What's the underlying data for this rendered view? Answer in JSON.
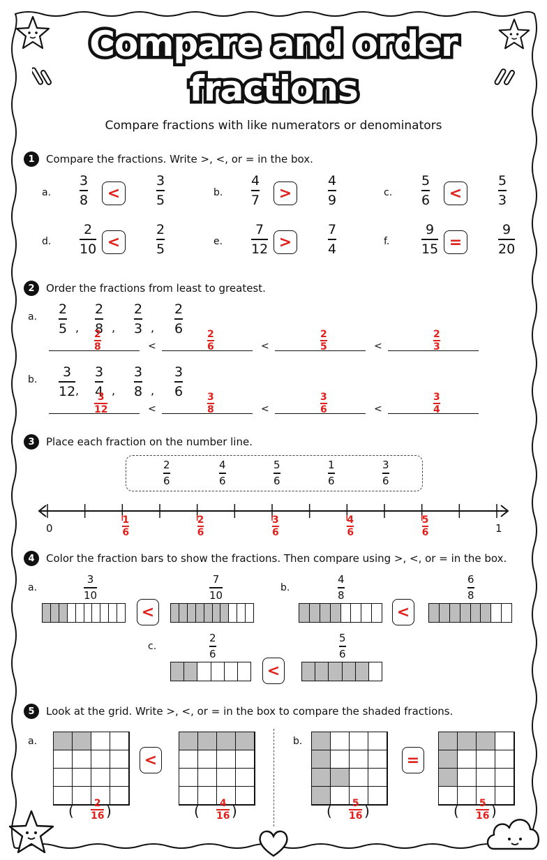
{
  "title_line1": "Compare and order",
  "title_line2": "fractions",
  "subtitle": "Compare fractions with like numerators or denominators",
  "sections": {
    "s1": {
      "num": "1",
      "instruction": "Compare the fractions. Write >, <, or = in the box."
    },
    "s2": {
      "num": "2",
      "instruction": "Order the fractions from least to greatest."
    },
    "s3": {
      "num": "3",
      "instruction": "Place each fraction on the number line."
    },
    "s4": {
      "num": "4",
      "instruction": "Color the fraction bars to show the fractions. Then compare using >, <, or = in the box."
    },
    "s5": {
      "num": "5",
      "instruction": "Look at the grid. Write >, <, or = in the box to compare the shaded fractions."
    }
  },
  "q1": [
    {
      "label": "a.",
      "left": [
        "3",
        "8"
      ],
      "sign": "<",
      "right": [
        "3",
        "5"
      ]
    },
    {
      "label": "b.",
      "left": [
        "4",
        "7"
      ],
      "sign": ">",
      "right": [
        "4",
        "9"
      ]
    },
    {
      "label": "c.",
      "left": [
        "5",
        "6"
      ],
      "sign": "<",
      "right": [
        "5",
        "3"
      ]
    },
    {
      "label": "d.",
      "left": [
        "2",
        "10"
      ],
      "sign": "<",
      "right": [
        "2",
        "5"
      ]
    },
    {
      "label": "e.",
      "left": [
        "7",
        "12"
      ],
      "sign": ">",
      "right": [
        "7",
        "4"
      ]
    },
    {
      "label": "f.",
      "left": [
        "9",
        "15"
      ],
      "sign": "=",
      "right": [
        "9",
        "20"
      ]
    }
  ],
  "q2": {
    "a": {
      "label": "a.",
      "given": [
        [
          "2",
          "5"
        ],
        [
          "2",
          "8"
        ],
        [
          "2",
          "3"
        ],
        [
          "2",
          "6"
        ]
      ],
      "answers": [
        [
          "2",
          "8"
        ],
        [
          "2",
          "6"
        ],
        [
          "2",
          "5"
        ],
        [
          "2",
          "3"
        ]
      ],
      "sep": "<"
    },
    "b": {
      "label": "b.",
      "given": [
        [
          "3",
          "12"
        ],
        [
          "3",
          "4"
        ],
        [
          "3",
          "8"
        ],
        [
          "3",
          "6"
        ]
      ],
      "answers": [
        [
          "3",
          "12"
        ],
        [
          "3",
          "8"
        ],
        [
          "3",
          "6"
        ],
        [
          "3",
          "4"
        ]
      ],
      "sep": "<"
    },
    "comma": ","
  },
  "q3": {
    "given": [
      [
        "2",
        "6"
      ],
      [
        "4",
        "6"
      ],
      [
        "5",
        "6"
      ],
      [
        "1",
        "6"
      ],
      [
        "3",
        "6"
      ]
    ],
    "line_start": "0",
    "line_end": "1",
    "answers": [
      [
        "1",
        "6"
      ],
      [
        "2",
        "6"
      ],
      [
        "3",
        "6"
      ],
      [
        "4",
        "6"
      ],
      [
        "5",
        "6"
      ]
    ]
  },
  "q4": {
    "a": {
      "label": "a.",
      "left": [
        "3",
        "10"
      ],
      "left_parts": 10,
      "left_shaded": 3,
      "sign": "<",
      "right": [
        "7",
        "10"
      ],
      "right_parts": 10,
      "right_shaded": 7
    },
    "b": {
      "label": "b.",
      "left": [
        "4",
        "8"
      ],
      "left_parts": 8,
      "left_shaded": 4,
      "sign": "<",
      "right": [
        "6",
        "8"
      ],
      "right_parts": 8,
      "right_shaded": 6
    },
    "c": {
      "label": "c.",
      "left": [
        "2",
        "6"
      ],
      "left_parts": 6,
      "left_shaded": 2,
      "sign": "<",
      "right": [
        "5",
        "6"
      ],
      "right_parts": 6,
      "right_shaded": 5
    }
  },
  "q5": {
    "a": {
      "label": "a.",
      "sign": "<",
      "left_answer": [
        "2",
        "16"
      ],
      "right_answer": [
        "4",
        "16"
      ]
    },
    "b": {
      "label": "b.",
      "sign": "=",
      "left_answer": [
        "5",
        "16"
      ],
      "right_answer": [
        "5",
        "16"
      ]
    },
    "paren_open": "(",
    "paren_close": ")"
  },
  "colors": {
    "answer_red": "#e0201b",
    "shade_gray": "#bdbdbd",
    "ink": "#111111"
  }
}
